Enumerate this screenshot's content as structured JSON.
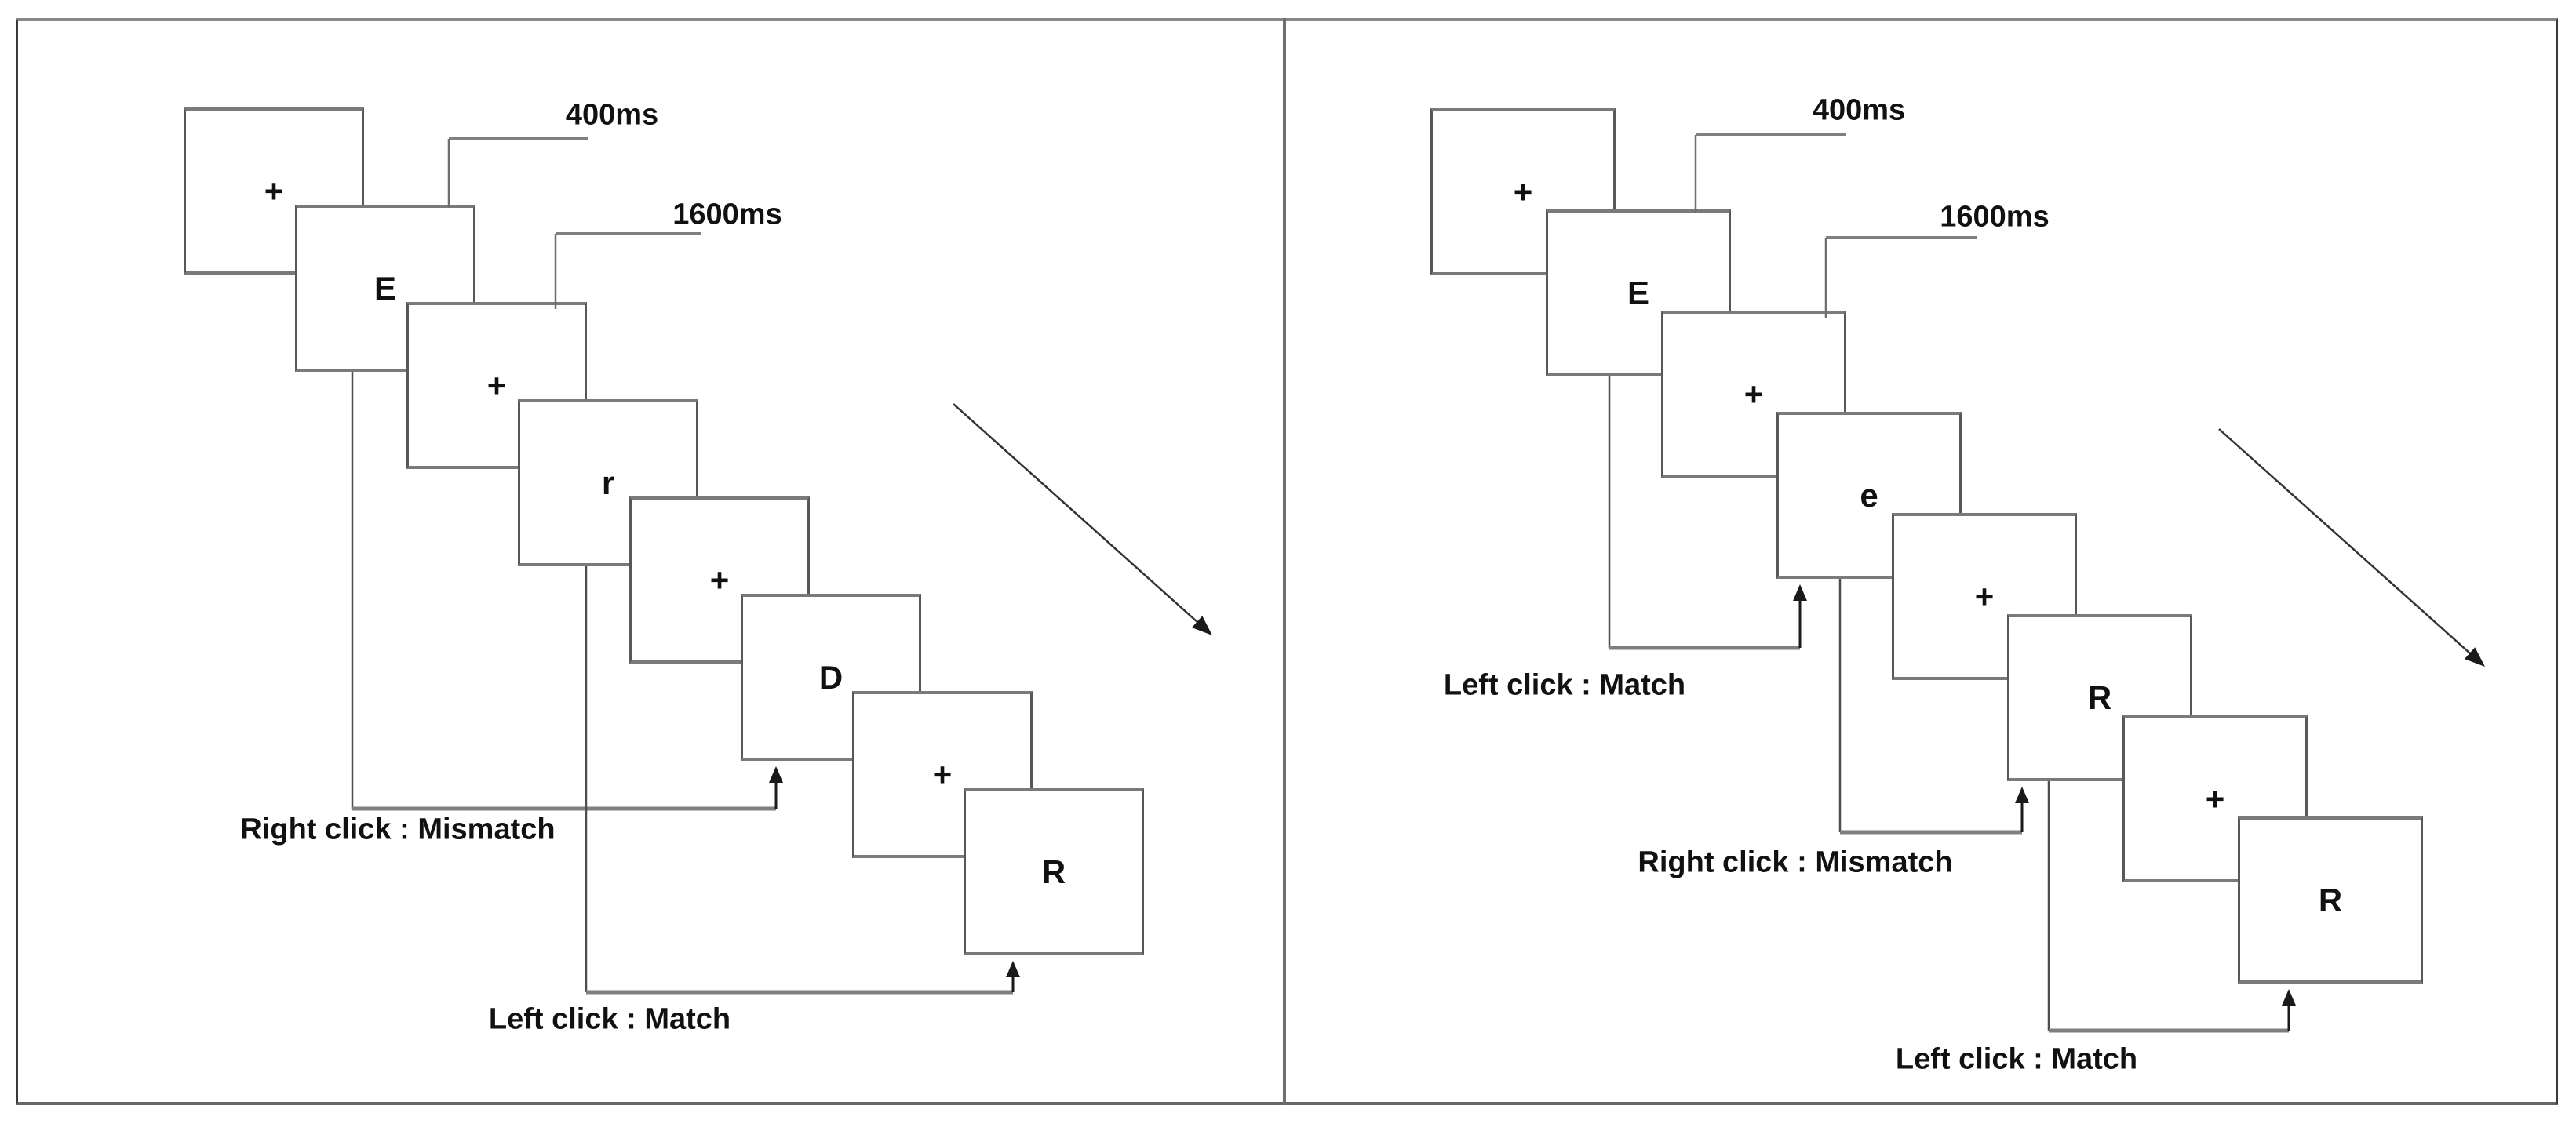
{
  "figure": {
    "description": "Letter match / mismatch task trial sequence diagram, two panels",
    "background": "#ffffff",
    "colors": {
      "card_border": "#7a7a7a",
      "connector_horizontal": "#7f7f7f",
      "connector_vertical": "#4d4d4d",
      "bracket_line": "#6e6e6e",
      "arrow": "#1a1a1a",
      "text": "#111111",
      "outer_border": "#555555"
    }
  },
  "panels": [
    {
      "name": "left",
      "stimulus_sequence": [
        "+",
        "E",
        "+",
        "r",
        "+",
        "D",
        "+",
        "R"
      ],
      "durations": [
        {
          "label": "400ms",
          "card": 2
        },
        {
          "label": "1600ms",
          "card": 3
        }
      ],
      "responses": [
        {
          "label": "Right click : Mismatch",
          "from_card": 2,
          "to_card": 6
        },
        {
          "label": "Left click : Match",
          "from_card": 4,
          "to_card": 8
        }
      ],
      "flow_arrow": "diagonal-down-right"
    },
    {
      "name": "right",
      "stimulus_sequence": [
        "+",
        "E",
        "+",
        "e",
        "+",
        "R",
        "+",
        "R"
      ],
      "durations": [
        {
          "label": "400ms",
          "card": 2
        },
        {
          "label": "1600ms",
          "card": 3
        }
      ],
      "responses": [
        {
          "label": "Left click : Match",
          "from_card": 2,
          "to_card": 4
        },
        {
          "label": "Right click : Mismatch",
          "from_card": 4,
          "to_card": 6
        },
        {
          "label": "Left click : Match",
          "from_card": 6,
          "to_card": 8
        }
      ],
      "flow_arrow": "diagonal-down-right"
    }
  ]
}
